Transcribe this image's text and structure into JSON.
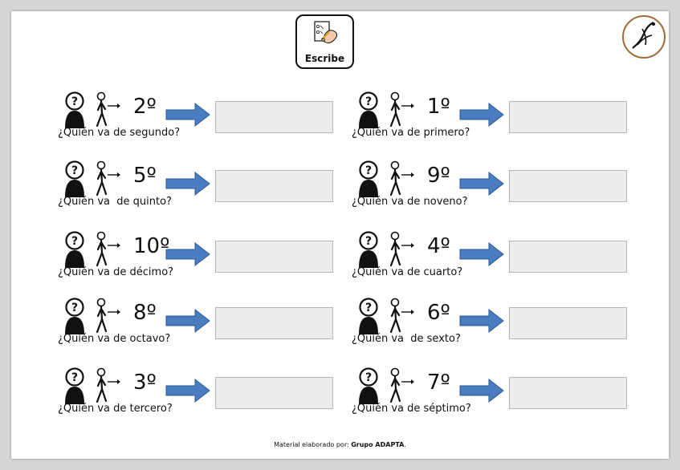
{
  "header": {
    "badge_label": "Escribe"
  },
  "items": [
    {
      "ordinal": "2º",
      "question": "¿Quién va de segundo?"
    },
    {
      "ordinal": "1º",
      "question": "¿Quién va de primero?"
    },
    {
      "ordinal": "5º",
      "question": "¿Quién va  de quinto?"
    },
    {
      "ordinal": "9º",
      "question": "¿Quién va de noveno?"
    },
    {
      "ordinal": "10º",
      "question": "¿Quién va de décimo?"
    },
    {
      "ordinal": "4º",
      "question": "¿Quién va de cuarto?"
    },
    {
      "ordinal": "8º",
      "question": "¿Quién va de octavo?"
    },
    {
      "ordinal": "6º",
      "question": "¿Quién va  de sexto?"
    },
    {
      "ordinal": "3º",
      "question": "¿Quién va de tercero?"
    },
    {
      "ordinal": "7º",
      "question": "¿Quién va de séptimo?"
    }
  ],
  "footer": {
    "prefix": "Material elaborado por: ",
    "group": "Grupo ADAPTA",
    "suffix": "."
  },
  "colors": {
    "arrow": "#4a7cc0",
    "arrow_stroke": "#2f5a95",
    "box": "#ececec"
  }
}
